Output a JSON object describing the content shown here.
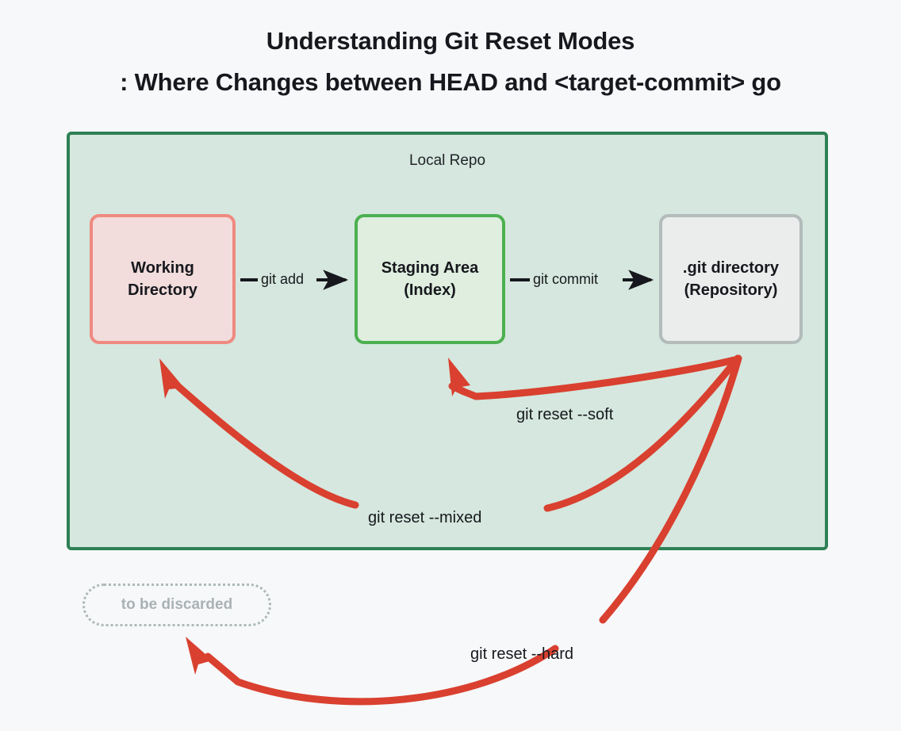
{
  "title": {
    "line1": "Understanding Git Reset Modes",
    "line2": ": Where Changes between HEAD and <target-commit> go"
  },
  "container": {
    "label": "Local Repo",
    "border_color": "#2e8055",
    "fill_color": "#d5e7de"
  },
  "stages": [
    {
      "id": "working-directory",
      "line1": "Working",
      "line2": "Directory",
      "border_color": "#ef8a80",
      "fill_color": "#f2dcdc"
    },
    {
      "id": "staging-area",
      "line1": "Staging Area",
      "line2": "(Index)",
      "border_color": "#4cb050",
      "fill_color": "#dfeedf"
    },
    {
      "id": "git-directory",
      "line1": ".git directory",
      "line2": "(Repository)",
      "border_color": "#b3bbbb",
      "fill_color": "#ebecec"
    }
  ],
  "discarded": {
    "label": "to be discarded",
    "border_color": "#aeb9b9",
    "text_color": "#a9b3b3"
  },
  "flow_edges": [
    {
      "id": "git-add",
      "label": "git add",
      "from": "working-directory",
      "to": "staging-area",
      "color": "#16181d"
    },
    {
      "id": "git-commit",
      "label": "git commit",
      "from": "staging-area",
      "to": "git-directory",
      "color": "#16181d"
    }
  ],
  "reset_edges": [
    {
      "id": "git-reset-soft",
      "label": "git reset --soft",
      "from": "git-directory",
      "to": "staging-area",
      "color": "#d9402f"
    },
    {
      "id": "git-reset-mixed",
      "label": "git reset --mixed",
      "from": "git-directory",
      "to": "working-directory",
      "color": "#d9402f"
    },
    {
      "id": "git-reset-hard",
      "label": "git reset --hard",
      "from": "git-directory",
      "to": "to be discarded",
      "color": "#d9402f"
    }
  ],
  "palette": {
    "background": "#f7f8fa",
    "red_arrow": "#d9402f",
    "black_arrow": "#16181d"
  }
}
